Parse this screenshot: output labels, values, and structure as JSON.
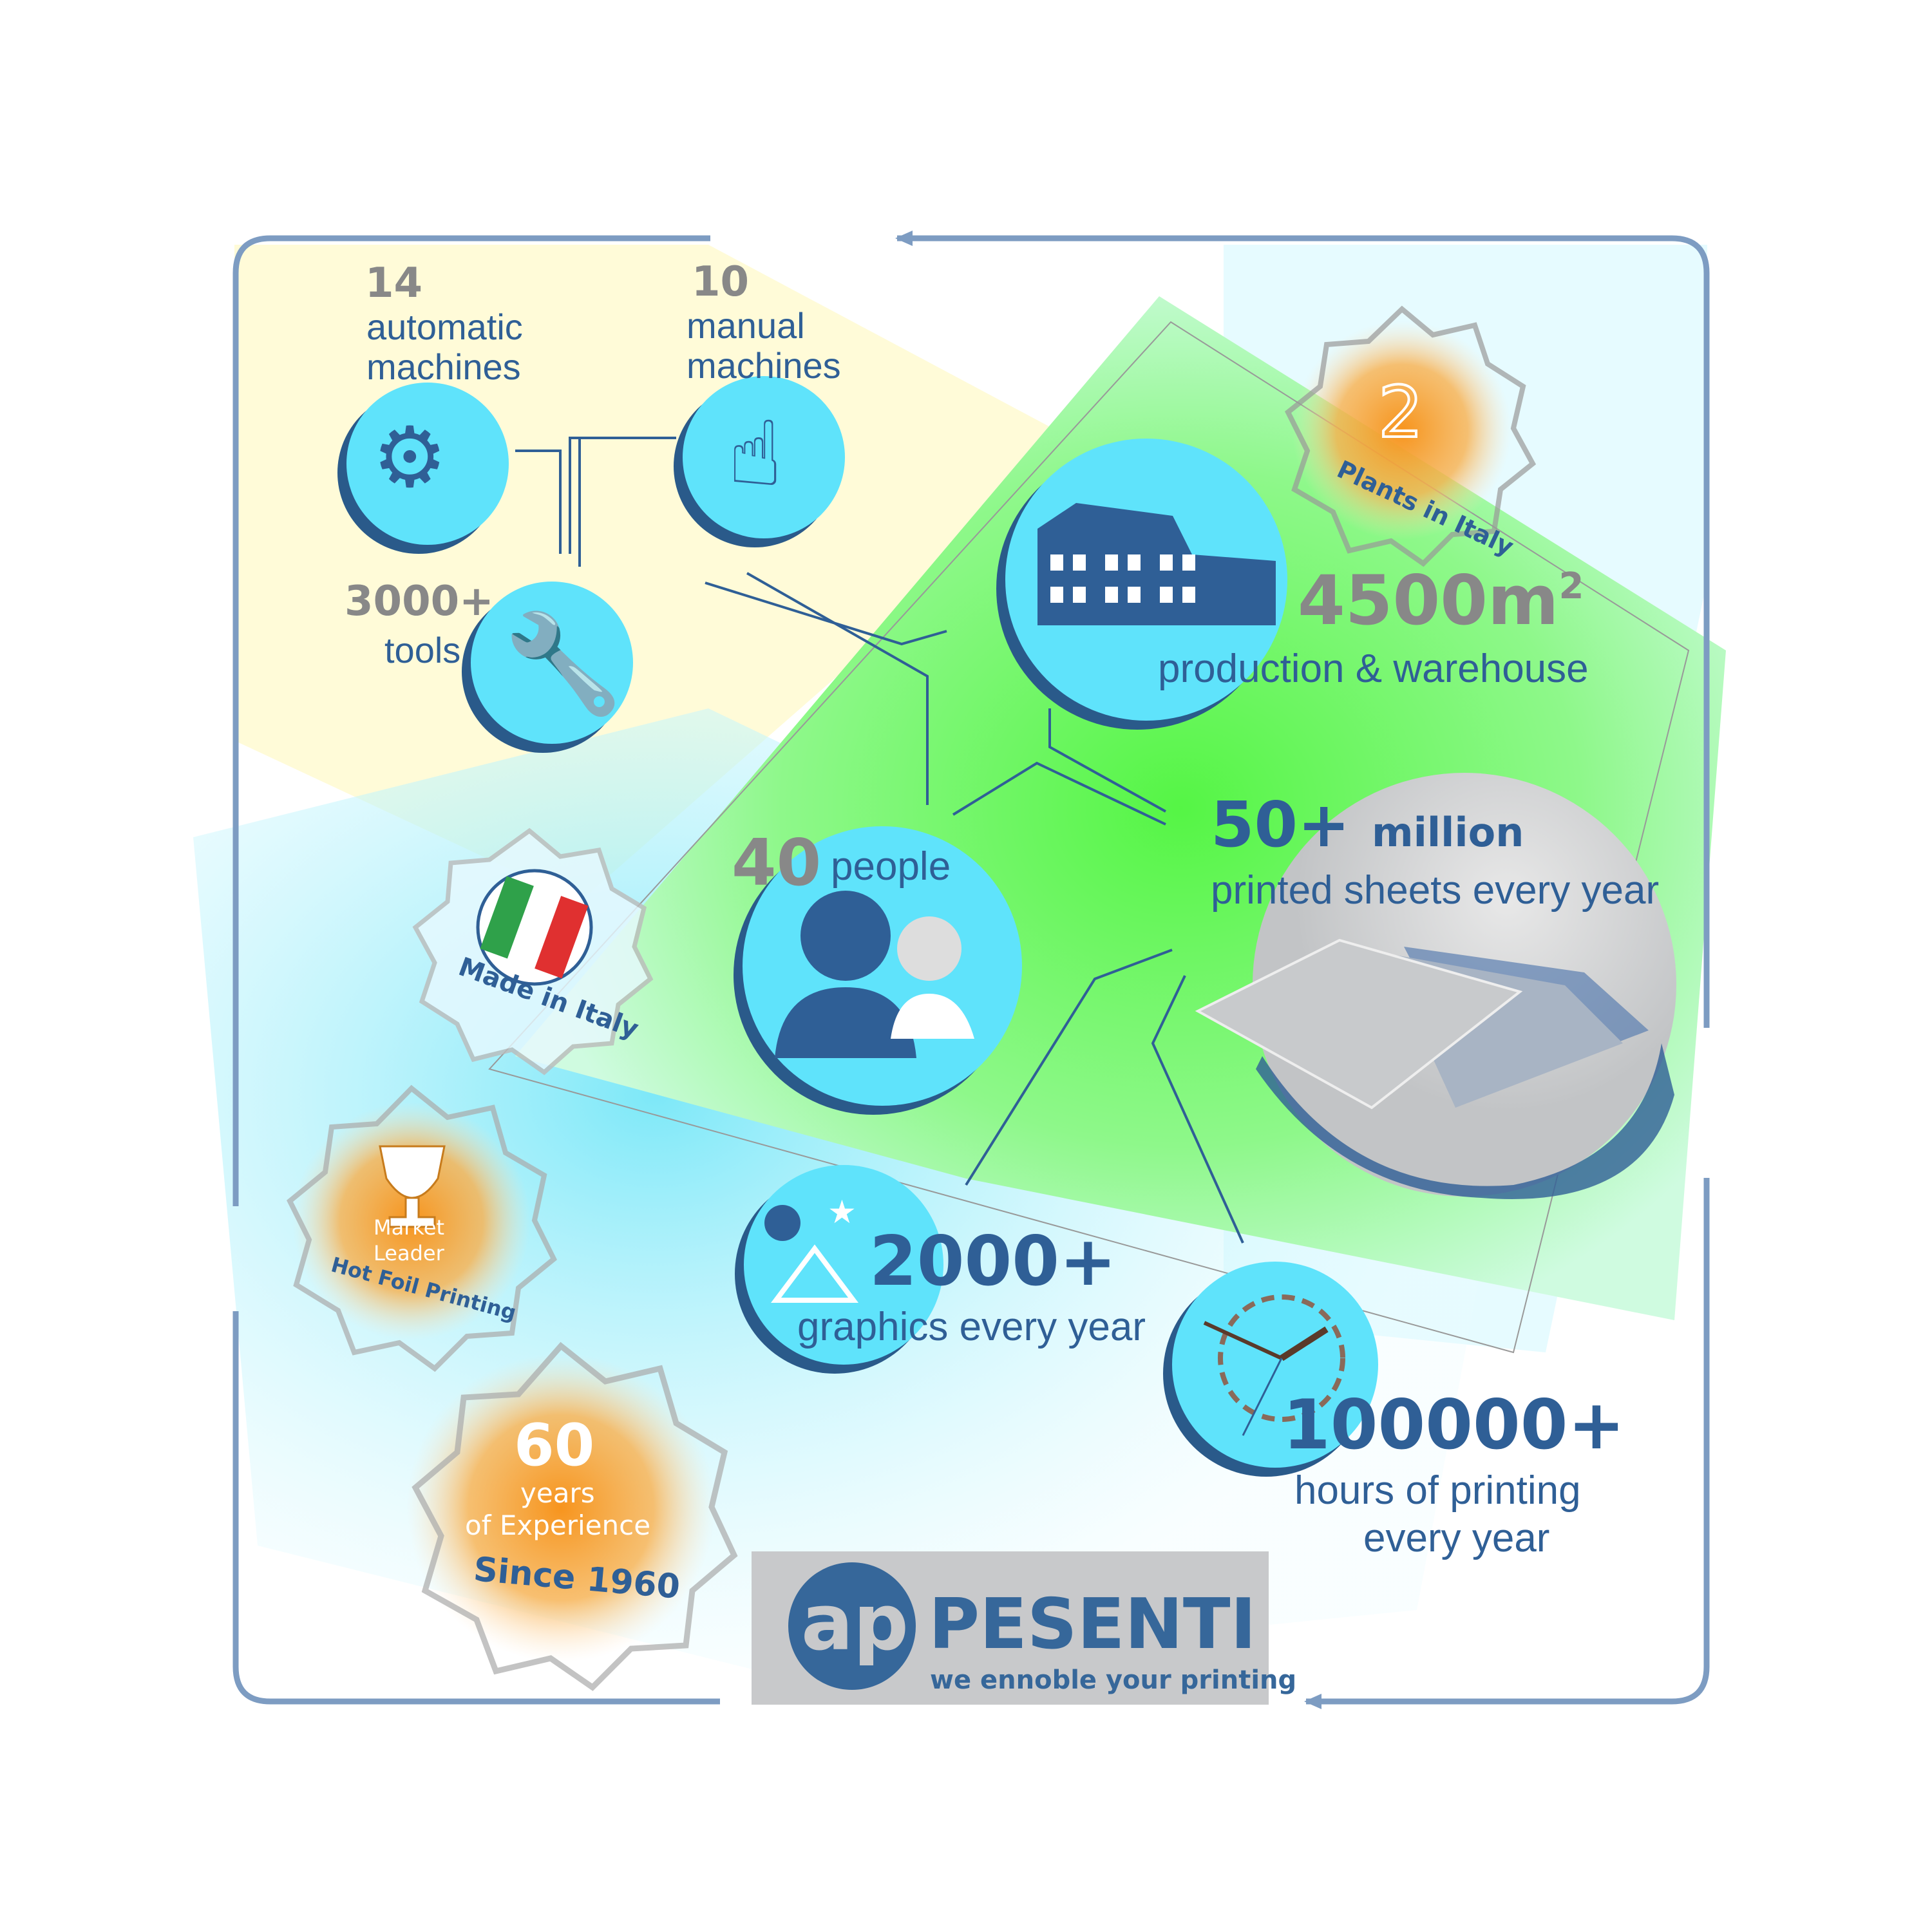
{
  "stats": {
    "automatic": {
      "value": "14",
      "label_1": "automatic",
      "label_2": "machines"
    },
    "manual": {
      "value": "10",
      "label_1": "manual",
      "label_2": "machines"
    },
    "tools": {
      "value": "3000+",
      "label": "tools"
    },
    "warehouse": {
      "value": "4500m",
      "sup": "2",
      "label": "production & warehouse"
    },
    "sheets": {
      "value": "50+",
      "unit": "million",
      "label": "printed sheets every year"
    },
    "people": {
      "value": "40",
      "label": "people"
    },
    "graphics": {
      "value": "2000+",
      "label": "graphics every year"
    },
    "hours": {
      "value": "100000+",
      "label_1": "hours of printing",
      "label_2": "every year"
    }
  },
  "badges": {
    "plants": {
      "number": "2",
      "text": "Plants in Italy"
    },
    "made_in_italy": {
      "text": "Made in Italy"
    },
    "market_leader": {
      "line_1": "Market",
      "line_2": "Leader",
      "arc": "Hot Foil Printing"
    },
    "experience": {
      "number": "60",
      "line_1": "years",
      "line_2": "of Experience",
      "arc": "Since 1960"
    }
  },
  "logo": {
    "brand": "PESENTI",
    "tagline": "we ennoble your printing",
    "mark": "ap"
  },
  "colors": {
    "frame": "#7d9cc2",
    "circle": "#5fe3fb",
    "dark_blue": "#2f5f96",
    "green": "#66ff55",
    "orange": "#f7941d",
    "yellow": "#fffbd8"
  }
}
